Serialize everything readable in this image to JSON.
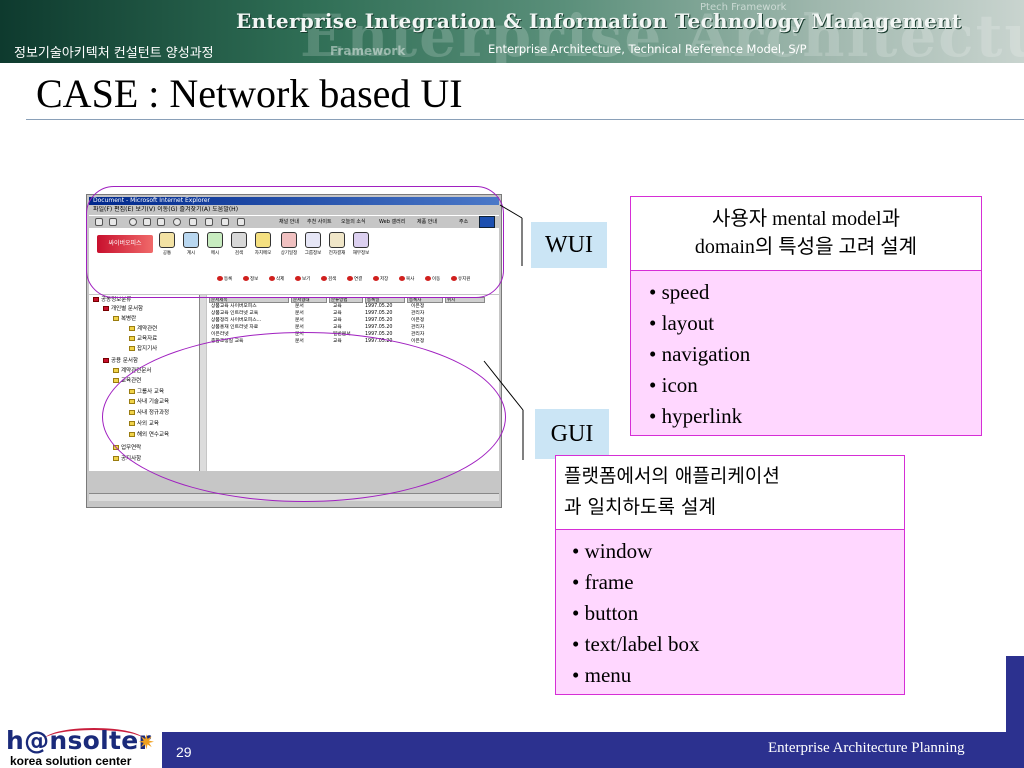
{
  "header": {
    "title": "Enterprise Integration & Information Technology Management",
    "left_caption": "정보기술아키텍처 컨설턴트 양성과정",
    "right_caption": "Enterprise Architecture, Technical Reference Model, S/P"
  },
  "slide": {
    "title": "CASE : Network based UI"
  },
  "browser": {
    "window_title": "Document - Microsoft Internet Explorer",
    "menu": "파일(F)  편집(E)  보기(V)  이동(G)  즐겨찾기(A)  도움말(H)",
    "logo_text": "싸이버오피스",
    "toolbar_items": [
      "뒤로",
      "앞으로",
      "중지",
      "새로고침",
      "홈",
      "검색",
      "인쇄"
    ],
    "link_items": [
      "채널 안내",
      "추천 사이트",
      "오늘의 소식",
      "Web 갤러리",
      "제품 안내"
    ],
    "address_label": "주소",
    "big_icons": [
      "공통",
      "계시",
      "메시",
      "검색",
      "자치메모",
      "상기일정",
      "그룹정보",
      "전자결재",
      "재무정보"
    ],
    "action_buttons": [
      "등록",
      "정보",
      "삭제",
      "보기",
      "검색",
      "연결",
      "저장",
      "복사",
      "이동",
      "유지원"
    ],
    "tree": [
      "공동정보분류",
      "개인별 문서함",
      "복병란",
      "계약관련",
      "교육자료",
      "잡지기사",
      "공용 문서함",
      "계약관련문서",
      "교육관련",
      "그룹사 교육",
      "사내 기술교육",
      "사내 정규과정",
      "사외 교육",
      "해외 연수교육",
      "업무연락",
      "공지사항"
    ],
    "list_headers": [
      "문서제목",
      "문서형태",
      "분류방법",
      "등록일",
      "등록자",
      "위치"
    ],
    "list_rows": [
      [
        "상품교육 사이버오피스",
        "문서",
        "교육",
        "1997.05.20",
        "이은정"
      ],
      [
        "상품교육 인트라넷 교육",
        "문서",
        "교육",
        "1997.05.20",
        "관리자"
      ],
      [
        "상품정리 사이버오피스...",
        "문서",
        "교육",
        "1997.05.20",
        "이은정"
      ],
      [
        "상품홍재 인트라넷 자료",
        "문서",
        "교육",
        "1997.05.20",
        "관리자"
      ],
      [
        "이은라넷",
        "문서",
        "일반문서",
        "1997.05.20",
        "관리자"
      ],
      [
        "종합조정실 교육",
        "문서",
        "교육",
        "1997.05.20",
        "이은정"
      ]
    ]
  },
  "labels": {
    "wui": "WUI",
    "gui": "GUI"
  },
  "box1": {
    "head_line1": "사용자 mental model과",
    "head_line2": "domain의 특성을 고려 설계",
    "items": [
      "speed",
      "layout",
      "navigation",
      "icon",
      "hyperlink"
    ]
  },
  "box2": {
    "head_line1": "플랫폼에서의 애플리케이션",
    "head_line2": "과 일치하도록 설계",
    "items": [
      "window",
      "frame",
      "button",
      "text/label box",
      "menu"
    ]
  },
  "footer": {
    "page_number": "29",
    "text": "Enterprise Architecture Planning",
    "logo_name": "h@nsolter",
    "logo_tagline": "korea solution center"
  },
  "colors": {
    "accent_magenta": "#d62ed6",
    "box_fill": "#ffd7ff",
    "label_fill": "#cbe5f5",
    "footer_blue": "#2c318f",
    "ellipse_purple": "#a020c0"
  }
}
